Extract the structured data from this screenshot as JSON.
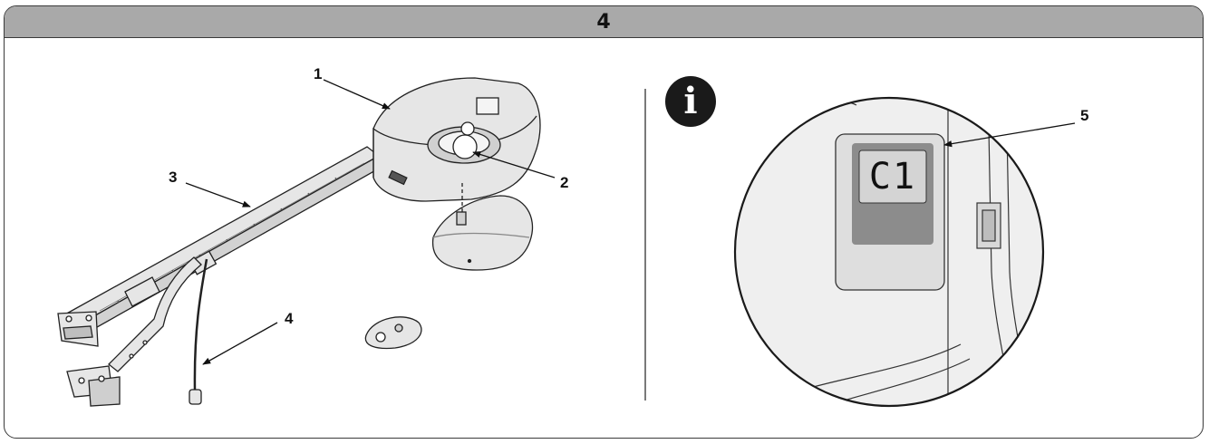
{
  "header": {
    "title": "4"
  },
  "callouts": {
    "c1": "1",
    "c2": "2",
    "c3": "3",
    "c4": "4",
    "c5": "5"
  },
  "display": {
    "text": "C1"
  },
  "info": {
    "glyph": "i"
  },
  "colors": {
    "header_bg": "#a9a9a9",
    "part_fill": "#e6e6e6",
    "display_panel": "#8c8c8c",
    "display_screen": "#d4d4d4"
  },
  "icons": [
    "info-icon"
  ]
}
